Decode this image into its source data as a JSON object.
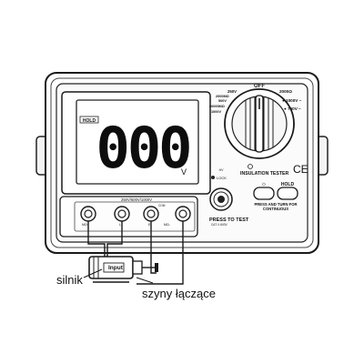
{
  "display": {
    "hold_tag": "HOLD",
    "reading": "000",
    "unit": "V"
  },
  "dial": {
    "off": "OFF",
    "range_2000m": "2000Ω",
    "range_250v": "250V",
    "range_500v": "500V",
    "range_1000v": "1000V",
    "range_20000m": "20000MΩ",
    "range_2000m_left": "2000MΩ",
    "range_1000v_right": "● 1000V ~",
    "range_750v": "● 750V ~"
  },
  "brand": {
    "insulation_tester": "INSULATION TESTER",
    "ce": "CE"
  },
  "buttons": {
    "light_icon_label": "☼",
    "hold": "HOLD",
    "press_turn_1": "PRESS AND TURN FOR",
    "press_turn_2": "CONTINUOUS",
    "press_to_test": "PRESS TO TEST",
    "cat": "CAT. II 600V",
    "lock": "LOCK",
    "hv": "HV"
  },
  "terminals": {
    "range_label": "250V/500V/1000V",
    "labels": [
      "MΩ+",
      "L",
      "E",
      "COM",
      "MΩ-"
    ]
  },
  "motor": {
    "input_label": "Input"
  },
  "captions": {
    "motor": "silnik",
    "rails": "szyny łączące"
  }
}
